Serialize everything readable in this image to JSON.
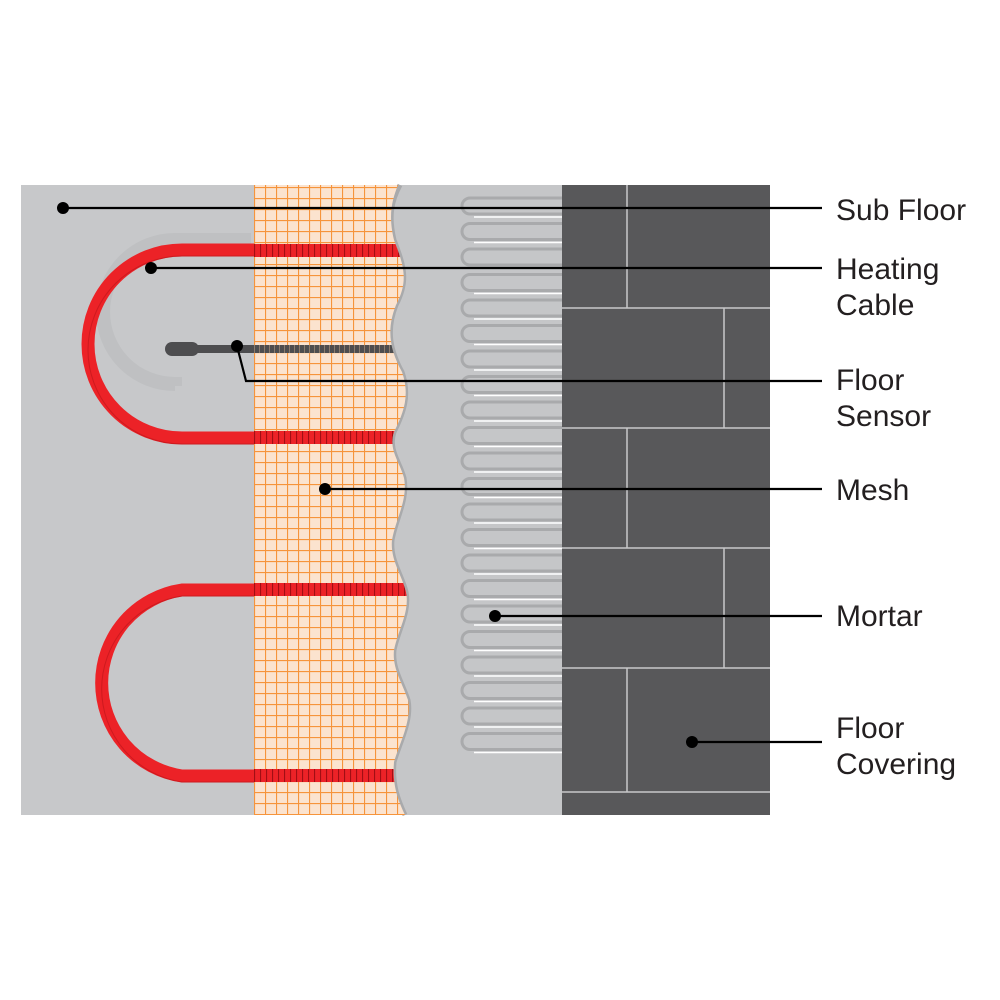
{
  "labels": {
    "sub_floor": [
      "Sub Floor"
    ],
    "heating_cable": [
      "Heating",
      "Cable"
    ],
    "floor_sensor": [
      "Floor",
      "Sensor"
    ],
    "mesh": [
      "Mesh"
    ],
    "mortar": [
      "Mortar"
    ],
    "floor_covering": [
      "Floor",
      "Covering"
    ]
  },
  "colors": {
    "sub_floor": "#c7c8ca",
    "mortar": "#c5c6c8",
    "mortar_shadow": "#a9aaac",
    "mesh_fill": "#fbe3cf",
    "mesh_lines": "#f6943b",
    "heating_cable": "#ec2227",
    "cable_dark": "#b01218",
    "sensor": "#4d4d4f",
    "floor_covering": "#58585a",
    "tile_grout": "#c8c8ca",
    "leader": "#000000",
    "text": "#231f20"
  },
  "icons": [
    "leader-dot",
    "sensor-probe"
  ]
}
